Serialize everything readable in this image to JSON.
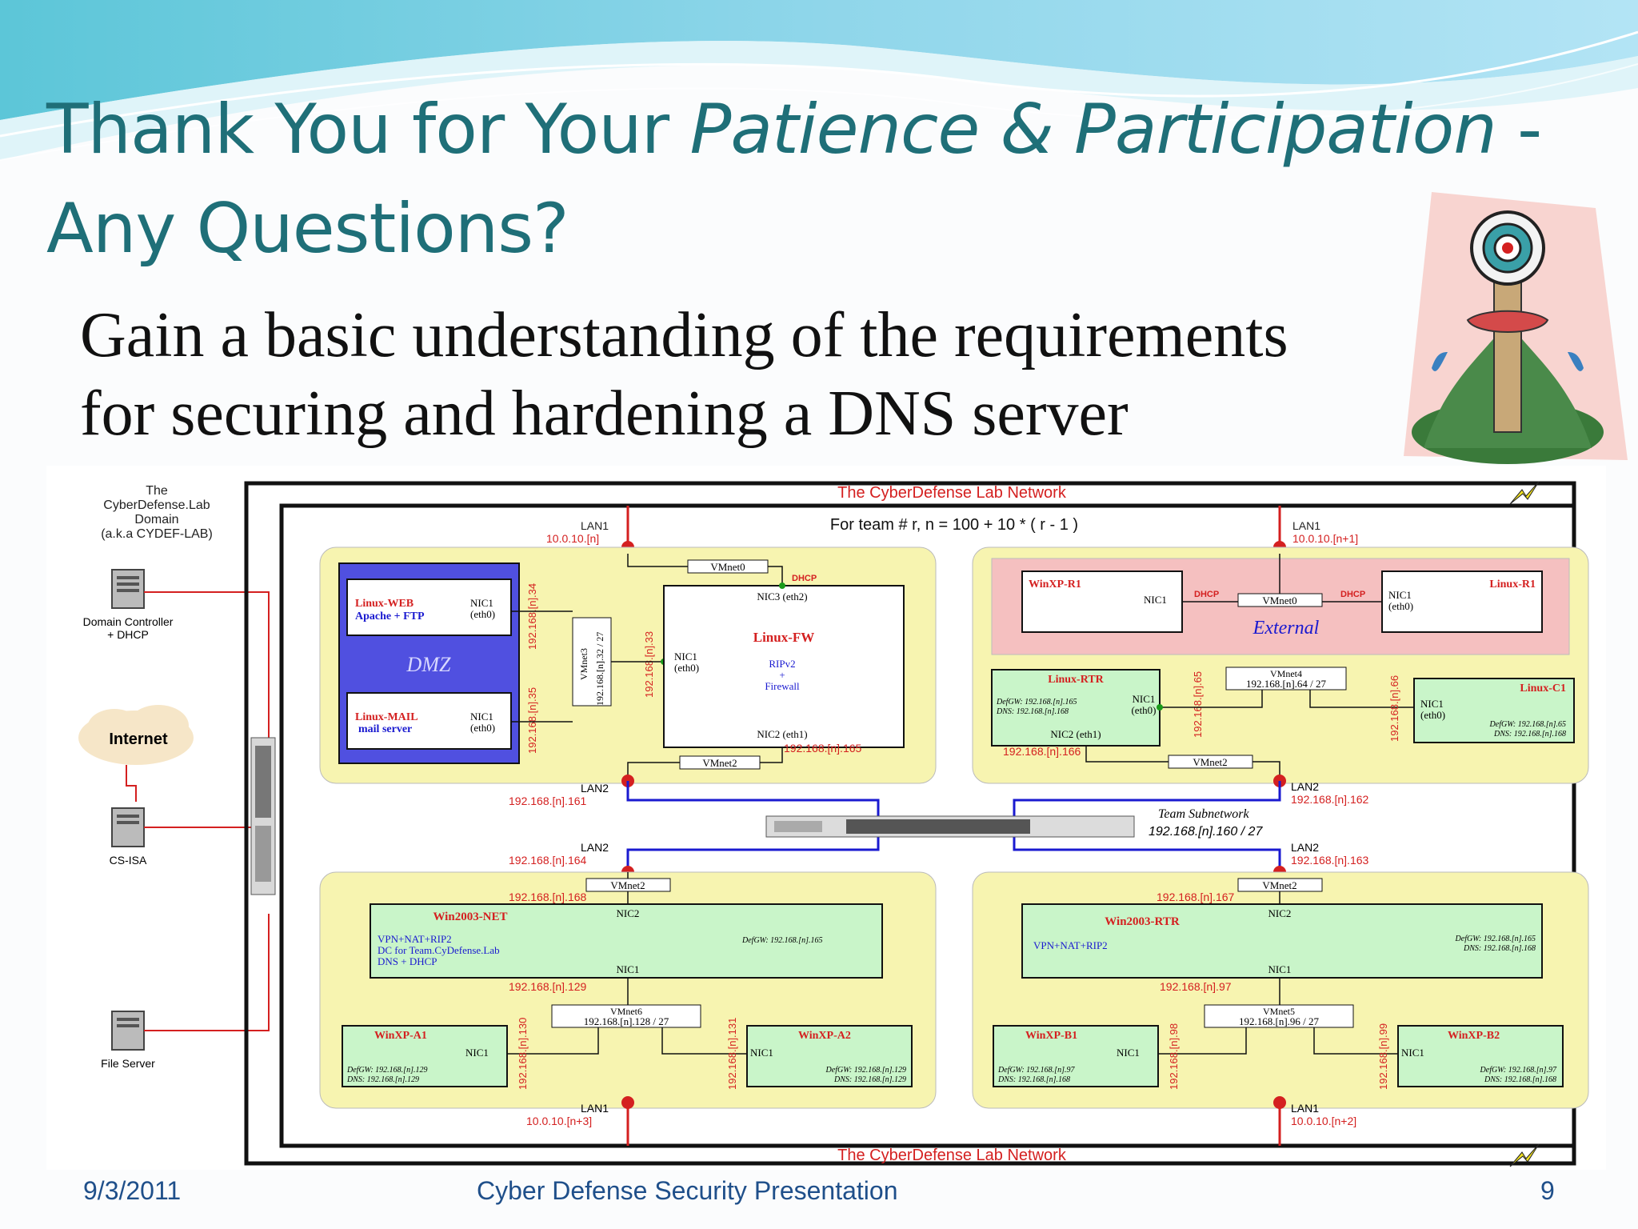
{
  "slide": {
    "title_part1": "Thank You for Your ",
    "title_italic": "Patience & Participation",
    "title_part2": " -",
    "title_line2": "Any Questions?",
    "subtitle_line1": "Gain a basic understanding of the requirements",
    "subtitle_line2": "for securing and hardening a DNS server",
    "footer_date": "9/3/2011",
    "footer_title": "Cyber Defense Security Presentation",
    "footer_page": "9"
  },
  "diagram": {
    "domain_title": [
      "The",
      "CyberDefense.Lab",
      "Domain",
      "(a.k.a CYDEF-LAB)"
    ],
    "domain_controller": [
      "Domain Controller",
      "+ DHCP"
    ],
    "internet": "Internet",
    "cs_isa": "CS-ISA",
    "file_server": "File Server",
    "network_title_top": "The CyberDefense Lab Network",
    "network_title_bottom": "The CyberDefense Lab Network",
    "team_formula": "For team # r, n = 100 + 10 * ( r - 1 )",
    "team_subnet": [
      "Team Subnetwork",
      "192.168.[n].160 / 27"
    ],
    "lan1_top_left": [
      "LAN1",
      "10.0.10.[n]"
    ],
    "lan1_top_right": [
      "LAN1",
      "10.0.10.[n+1]"
    ],
    "lan2_left_top": [
      "LAN2",
      "192.168.[n].161"
    ],
    "lan2_right_top": [
      "LAN2",
      "192.168.[n].162"
    ],
    "lan2_left_bottom": [
      "LAN2",
      "192.168.[n].164"
    ],
    "lan2_right_bottom": [
      "LAN2",
      "192.168.[n].163"
    ],
    "lan1_bottom_left": [
      "LAN1",
      "10.0.10.[n+3]"
    ],
    "lan1_bottom_right": [
      "LAN1",
      "10.0.10.[n+2]"
    ],
    "dmz": {
      "label": "DMZ",
      "web": [
        "Linux-WEB",
        "Apache + FTP"
      ],
      "mail": [
        "Linux-MAIL",
        "mail server"
      ],
      "nic": [
        "NIC1",
        "(eth0)"
      ],
      "ip_web": "192.168.[n].34",
      "ip_mail": "192.168.[n].35",
      "vmnet3": "VMnet3",
      "vmnet3_net": "192.168.[n].32 / 27",
      "ip_fw": "192.168.[n].33"
    },
    "linux_fw": {
      "vmnet0": "VMnet0",
      "dhcp": "DHCP",
      "nic3": "NIC3 (eth2)",
      "name": "Linux-FW",
      "nic1": [
        "NIC1",
        "(eth0)"
      ],
      "rip": [
        "RIPv2",
        "+",
        "Firewall"
      ],
      "nic2": "NIC2 (eth1)",
      "ip": "192.168.[n].165",
      "vmnet2": "VMnet2"
    },
    "external": {
      "winxp": "WinXP-R1",
      "linux": "Linux-R1",
      "nic1": "NIC1",
      "nic1_eth": [
        "NIC1",
        "(eth0)"
      ],
      "dhcp": "DHCP",
      "vmnet0": "VMnet0",
      "label": "External"
    },
    "linux_rtr": {
      "name": "Linux-RTR",
      "defgw": "DefGW: 192.168.[n].165",
      "dns": "DNS: 192.168.[n].168",
      "nic1": [
        "NIC1",
        "(eth0)"
      ],
      "nic2": "NIC2 (eth1)",
      "ip": "192.168.[n].166",
      "ip65": "192.168.[n].65",
      "vmnet2": "VMnet2",
      "vmnet4": "VMnet4",
      "vmnet4_net": "192.168.[n].64 / 27"
    },
    "linux_c1": {
      "name": "Linux-C1",
      "ip66": "192.168.[n].66",
      "nic1": [
        "NIC1",
        "(eth0)"
      ],
      "defgw": "DefGW: 192.168.[n].65",
      "dns": "DNS: 192.168.[n].168"
    },
    "win_net": {
      "vmnet2": "VMnet2",
      "ip168": "192.168.[n].168",
      "name": "Win2003-NET",
      "nic2": "NIC2",
      "lines": [
        "VPN+NAT+RIP2",
        "DC for Team.CyDefense.Lab",
        "DNS + DHCP"
      ],
      "defgw": "DefGW: 192.168.[n].165",
      "nic1": "NIC1",
      "ip129": "192.168.[n].129",
      "vmnet6": "VMnet6",
      "vmnet6_net": "192.168.[n].128 / 27"
    },
    "winxp_a1": {
      "name": "WinXP-A1",
      "nic": "NIC1",
      "ip": "192.168.[n].130",
      "defgw": "DefGW: 192.168.[n].129",
      "dns": "DNS: 192.168.[n].129"
    },
    "winxp_a2": {
      "name": "WinXP-A2",
      "nic": "NIC1",
      "ip": "192.168.[n].131",
      "defgw": "DefGW: 192.168.[n].129",
      "dns": "DNS: 192.168.[n].129"
    },
    "win_rtr": {
      "vmnet2": "VMnet2",
      "ip167": "192.168.[n].167",
      "name": "Win2003-RTR",
      "nic2": "NIC2",
      "line": "VPN+NAT+RIP2",
      "defgw": "DefGW: 192.168.[n].165",
      "dns": "DNS: 192.168.[n].168",
      "nic1": "NIC1",
      "ip97": "192.168.[n].97",
      "vmnet5": "VMnet5",
      "vmnet5_net": "192.168.[n].96 / 27"
    },
    "winxp_b1": {
      "name": "WinXP-B1",
      "nic": "NIC1",
      "ip": "192.168.[n].98",
      "defgw": "DefGW: 192.168.[n].97",
      "dns": "DNS: 192.168.[n].168"
    },
    "winxp_b2": {
      "name": "WinXP-B2",
      "nic": "NIC1",
      "ip": "192.168.[n].99",
      "defgw": "DefGW: 192.168.[n].97",
      "dns": "DNS: 192.168.[n].168"
    }
  },
  "colors": {
    "title": "#1f6f78",
    "yellow_zone": "#f7f4b0",
    "green_box": "#c9f5c9",
    "red": "#d42020",
    "blue": "#1a1ad0",
    "dmz": "#5050e0",
    "external": "#f5c0c0"
  }
}
